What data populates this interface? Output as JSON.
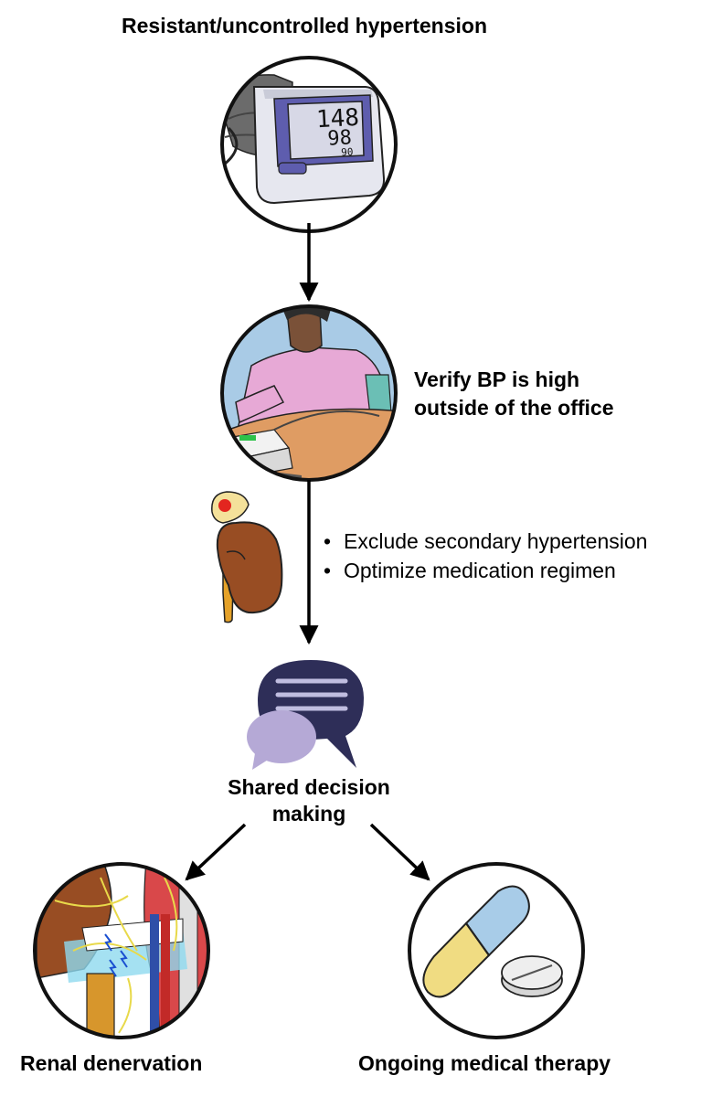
{
  "title": "Resistant/uncontrolled hypertension",
  "monitor": {
    "readings": [
      "148",
      "98",
      "90"
    ]
  },
  "verify": {
    "line1": "Verify BP is high",
    "line2": "outside of the office"
  },
  "steps": [
    "Exclude secondary hypertension",
    "Optimize medication regimen"
  ],
  "decision": {
    "line1": "Shared decision",
    "line2": "making"
  },
  "outcomes": {
    "left": "Renal denervation",
    "right": "Ongoing medical therapy"
  }
}
